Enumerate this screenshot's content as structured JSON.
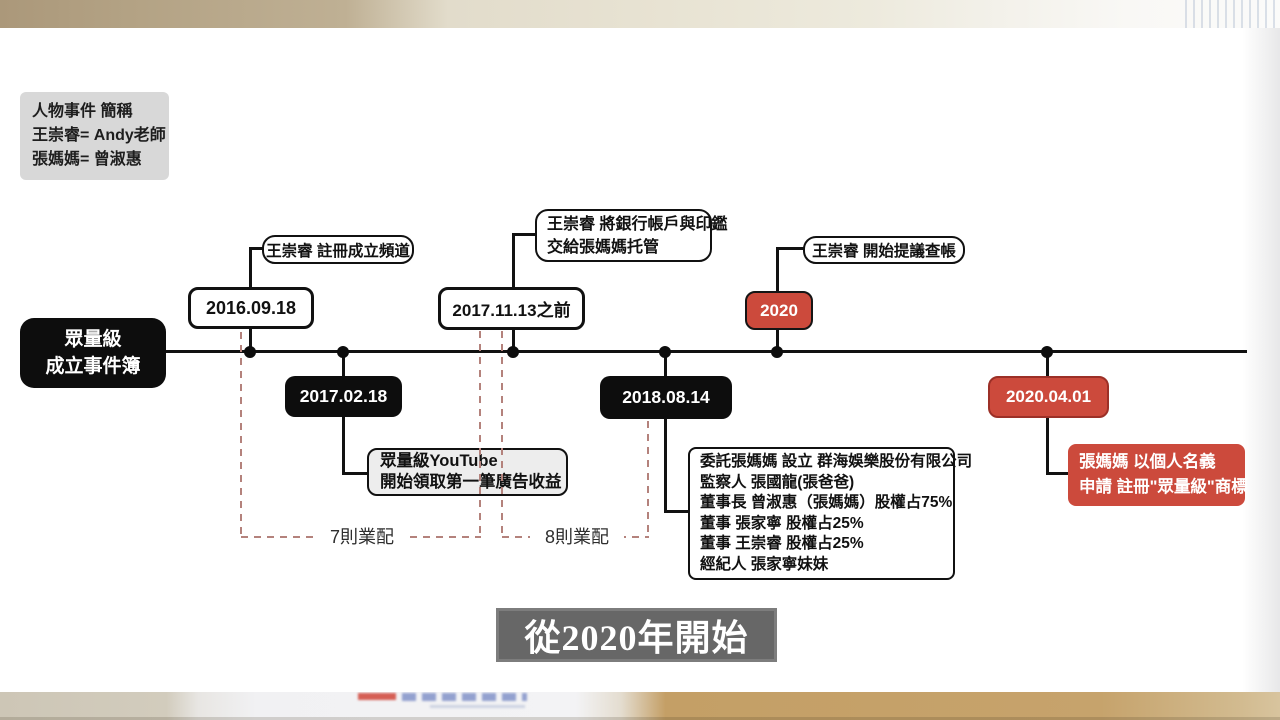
{
  "legend": {
    "line1": "人物事件 簡稱",
    "line2": "王崇睿= Andy老師",
    "line3": "張媽媽= 曾淑惠"
  },
  "timeline": {
    "title_line1": "眾量級",
    "title_line2": "成立事件簿",
    "events": [
      {
        "date": "2016.09.18",
        "callout": "王崇睿 註冊成立頻道"
      },
      {
        "date": "2017.02.18",
        "note_line1": "眾量級YouTube",
        "note_line2": "開始領取第一筆廣告收益"
      },
      {
        "date": "2017.11.13之前",
        "callout_line1": "王崇睿 將銀行帳戶與印鑑",
        "callout_line2": "交給張媽媽托管"
      },
      {
        "date": "2018.08.14",
        "note_line1": "委託張媽媽 設立 群海娛樂股份有限公司",
        "note_line2": "監察人 張國龍(張爸爸)",
        "note_line3": "董事長 曾淑惠（張媽媽）股權占75%",
        "note_line4": "董事 張家寧 股權占25%",
        "note_line5": "董事 王崇睿 股權占25%",
        "note_line6": "經紀人 張家寧妹妹"
      },
      {
        "date": "2020",
        "callout": "王崇睿 開始提議查帳"
      },
      {
        "date": "2020.04.01",
        "note_line1": "張媽媽 以個人名義",
        "note_line2": "申請 註冊\"眾量級\"商標"
      }
    ],
    "span1_label": "7則業配",
    "span2_label": "8則業配"
  },
  "caption": "從2020年開始",
  "colors": {
    "accent_red": "#cc4a3c",
    "node_black": "#0d0d0d",
    "dashed_line": "#b4827c",
    "caption_bg": "#676767"
  }
}
